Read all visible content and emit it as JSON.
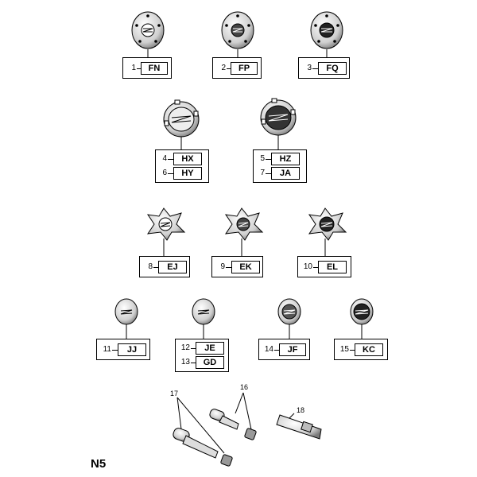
{
  "page_code": "N5",
  "groups": [
    {
      "parts": [
        {
          "number": "1",
          "code": "FN"
        }
      ]
    },
    {
      "parts": [
        {
          "number": "2",
          "code": "FP"
        }
      ]
    },
    {
      "parts": [
        {
          "number": "3",
          "code": "FQ"
        }
      ]
    },
    {
      "parts": [
        {
          "number": "4",
          "code": "HX"
        },
        {
          "number": "6",
          "code": "HY"
        }
      ]
    },
    {
      "parts": [
        {
          "number": "5",
          "code": "HZ"
        },
        {
          "number": "7",
          "code": "JA"
        }
      ]
    },
    {
      "parts": [
        {
          "number": "8",
          "code": "EJ"
        }
      ]
    },
    {
      "parts": [
        {
          "number": "9",
          "code": "EK"
        }
      ]
    },
    {
      "parts": [
        {
          "number": "10",
          "code": "EL"
        }
      ]
    },
    {
      "parts": [
        {
          "number": "11",
          "code": "JJ"
        }
      ]
    },
    {
      "parts": [
        {
          "number": "12",
          "code": "JE"
        },
        {
          "number": "13",
          "code": "GD"
        }
      ]
    },
    {
      "parts": [
        {
          "number": "14",
          "code": "JF"
        }
      ]
    },
    {
      "parts": [
        {
          "number": "15",
          "code": "KC"
        }
      ]
    }
  ],
  "callouts": [
    "17",
    "16",
    "18"
  ]
}
